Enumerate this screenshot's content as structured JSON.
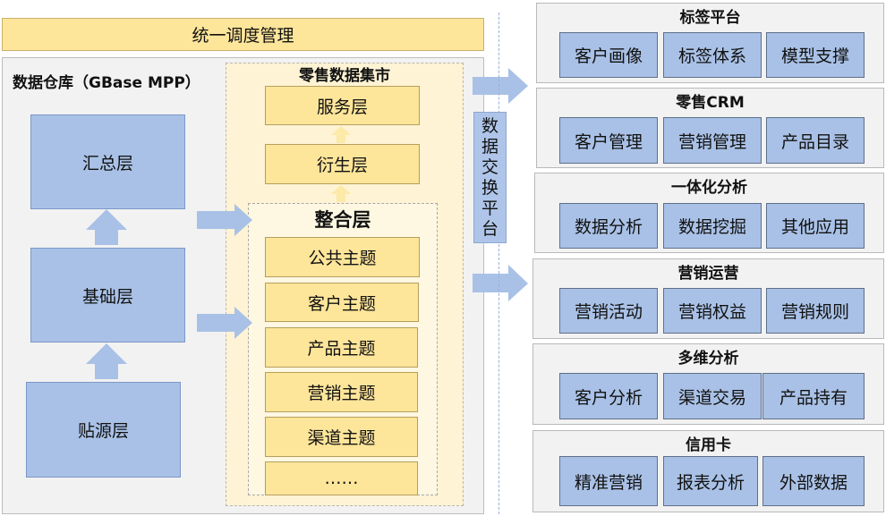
{
  "top_bar": {
    "label": "统一调度管理"
  },
  "warehouse": {
    "title": "数据仓库（GBase MPP）",
    "layers": {
      "summary": "汇总层",
      "base": "基础层",
      "source": "贴源层"
    }
  },
  "retail_mart": {
    "title": "零售数据集市",
    "service_layer": "服务层",
    "derived_layer": "衍生层",
    "integration": {
      "title": "整合层",
      "topics": [
        "公共主题",
        "客户主题",
        "产品主题",
        "营销主题",
        "渠道主题",
        "……"
      ]
    }
  },
  "exchange_platform": {
    "chars": [
      "数",
      "据",
      "交",
      "换",
      "平",
      "台"
    ]
  },
  "groups": [
    {
      "title": "标签平台",
      "items": [
        "客户画像",
        "标签体系",
        "模型支撑"
      ]
    },
    {
      "title": "零售CRM",
      "items": [
        "客户管理",
        "营销管理",
        "产品目录"
      ]
    },
    {
      "title": "一体化分析",
      "items": [
        "数据分析",
        "数据挖掘",
        "其他应用"
      ]
    },
    {
      "title": "营销运营",
      "items": [
        "营销活动",
        "营销权益",
        "营销规则"
      ]
    },
    {
      "title": "多维分析",
      "items": [
        "客户分析",
        "渠道交易",
        "产品持有"
      ]
    },
    {
      "title": "信用卡",
      "items": [
        "精准营销",
        "报表分析",
        "外部数据"
      ]
    }
  ],
  "colors": {
    "layer_blue": "#a9c1e6",
    "topic_yellow": "#fde59a",
    "arrow_blue": "#a9c1e6",
    "arrow_light_yellow": "#fde9a8",
    "panel_gray": "#f2f2f2"
  }
}
